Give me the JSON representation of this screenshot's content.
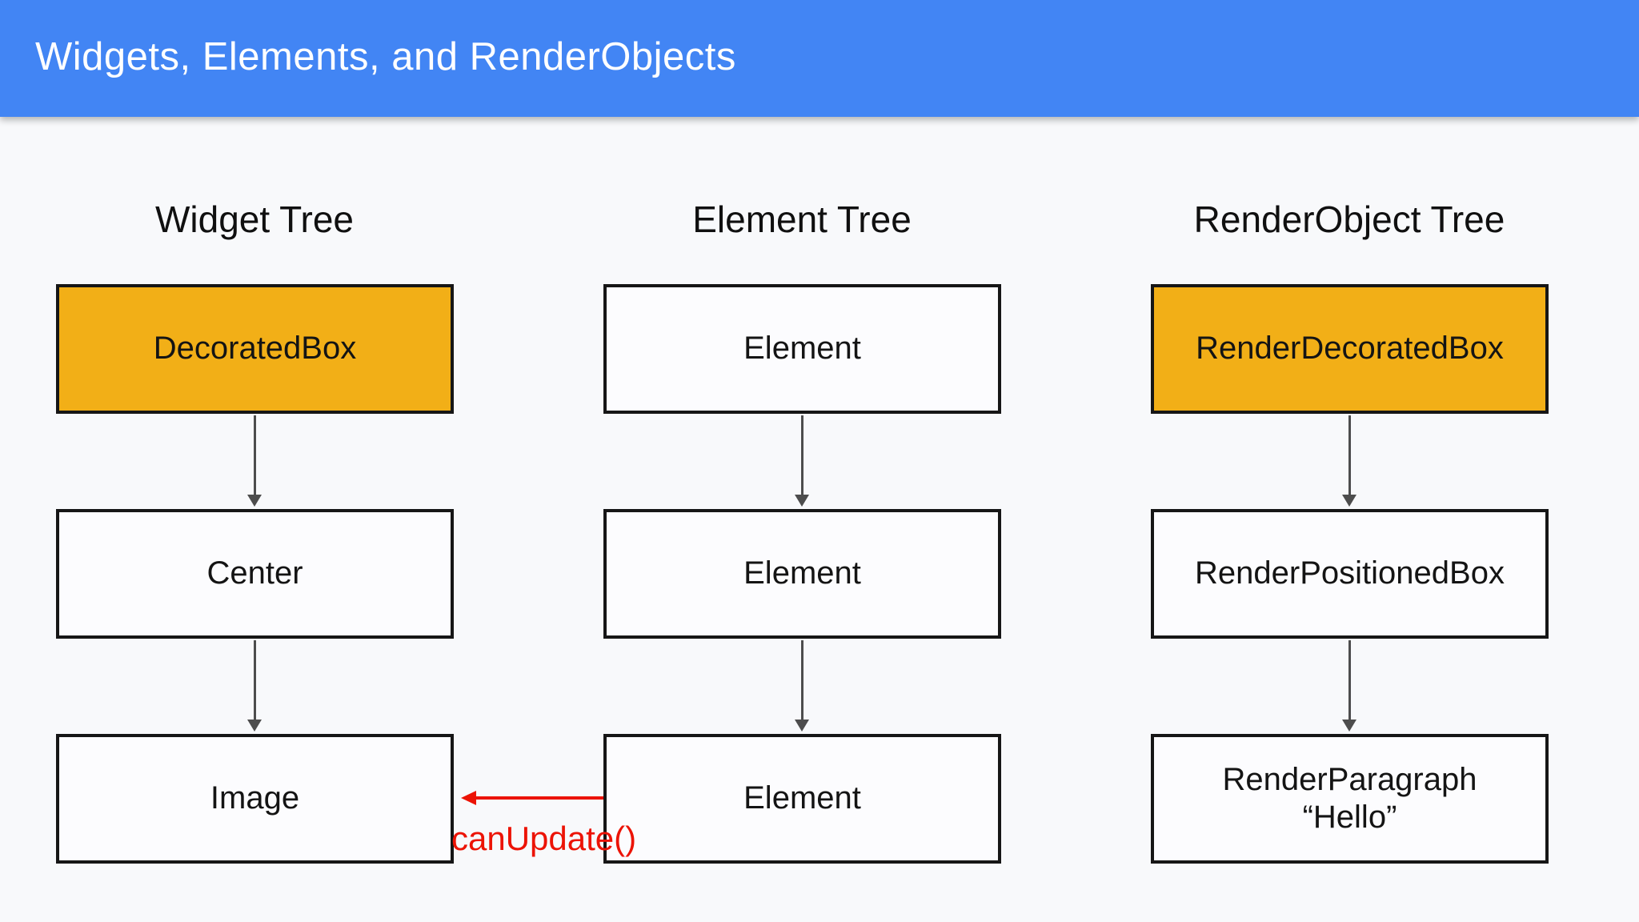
{
  "header": {
    "title": "Widgets, Elements, and RenderObjects"
  },
  "colors": {
    "header_bg": "#4285F4",
    "page_bg": "#F8F9FB",
    "box_bg": "#FCFCFE",
    "amber": "#F2AF17",
    "border": "#161616",
    "arrow": "#4D4D4D",
    "red": "#EC1305"
  },
  "columns": [
    {
      "title": "Widget Tree",
      "nodes": [
        {
          "line1": "DecoratedBox",
          "line2": "",
          "highlighted": true
        },
        {
          "line1": "Center",
          "line2": "",
          "highlighted": false
        },
        {
          "line1": "Image",
          "line2": "",
          "highlighted": false
        }
      ]
    },
    {
      "title": "Element Tree",
      "nodes": [
        {
          "line1": "Element",
          "line2": "",
          "highlighted": false
        },
        {
          "line1": "Element",
          "line2": "",
          "highlighted": false
        },
        {
          "line1": "Element",
          "line2": "",
          "highlighted": false
        }
      ]
    },
    {
      "title": "RenderObject Tree",
      "nodes": [
        {
          "line1": "RenderDecoratedBox",
          "line2": "",
          "highlighted": true
        },
        {
          "line1": "RenderPositionedBox",
          "line2": "",
          "highlighted": false
        },
        {
          "line1": "RenderParagraph",
          "line2": "“Hello”",
          "highlighted": false
        }
      ]
    }
  ],
  "annotation": {
    "label": "canUpdate()"
  }
}
